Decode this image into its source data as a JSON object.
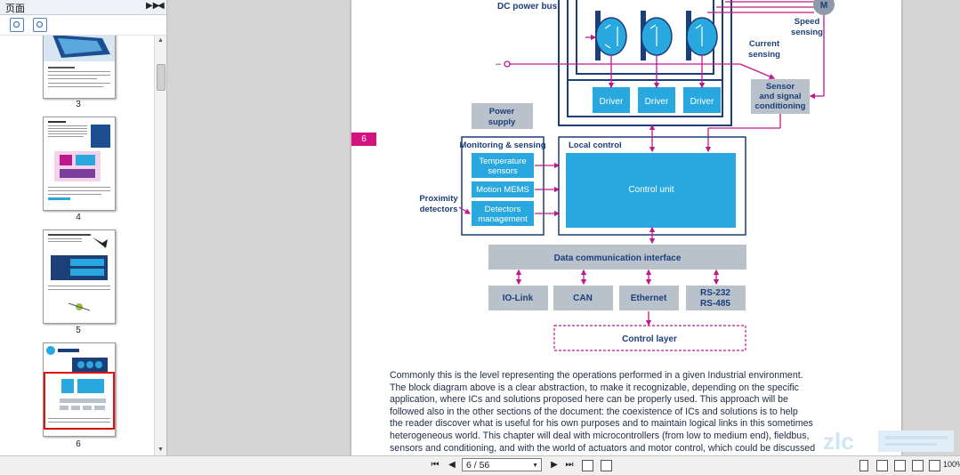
{
  "sidebar": {
    "title": "页面",
    "thumbnails": [
      {
        "page": "3"
      },
      {
        "page": "4"
      },
      {
        "page": "5"
      },
      {
        "page": "6",
        "selected": true
      }
    ]
  },
  "document": {
    "page_tab": "6",
    "diagram": {
      "dc_power_bus": "DC power bus",
      "minus": "–",
      "motor": "M",
      "speed_sensing": [
        "Speed",
        "sensing"
      ],
      "current_sensing": [
        "Current",
        "sensing"
      ],
      "drivers": [
        "Driver",
        "Driver",
        "Driver"
      ],
      "sensor_conditioning": [
        "Sensor",
        "and signal",
        "conditioning"
      ],
      "power_supply": [
        "Power",
        "supply"
      ],
      "monitoring_title": "Monitoring & sensing",
      "temperature_sensors": [
        "Temperature",
        "sensors"
      ],
      "motion_mems": "Motion MEMS",
      "detectors_management": [
        "Detectors",
        "management"
      ],
      "proximity_detectors": [
        "Proximity",
        "detectors"
      ],
      "local_control": "Local control",
      "control_unit": "Control unit",
      "data_comm": "Data communication interface",
      "io_link": "IO-Link",
      "can": "CAN",
      "ethernet": "Ethernet",
      "rs": [
        "RS-232",
        "RS-485"
      ],
      "control_layer": "Control layer"
    },
    "paragraph": [
      "Commonly this is the level representing the operations performed in a given Industrial environment.",
      "The block diagram above is a clear abstraction, to make it recognizable, depending on the specific",
      "application, where ICs and solutions proposed here can be properly used. This approach will be",
      "followed also in the other sections of the document: the coexistence of ICs and solutions is to help",
      "the reader discover what is useful for his own purposes and to maintain logical links in this sometimes",
      "heterogeneous world. This chapter will deal with microcontrollers (from low to medium end), fieldbus,",
      "sensors and conditioning, and with the world of actuators and motor control, which could be discussed"
    ]
  },
  "statusbar": {
    "page_value": "6 / 56",
    "zoom": "100%"
  },
  "colors": {
    "accent_blue": "#29a8e0",
    "navy": "#1c3f7a",
    "magenta": "#c0178e",
    "grey_box": "#b9c1cb"
  }
}
